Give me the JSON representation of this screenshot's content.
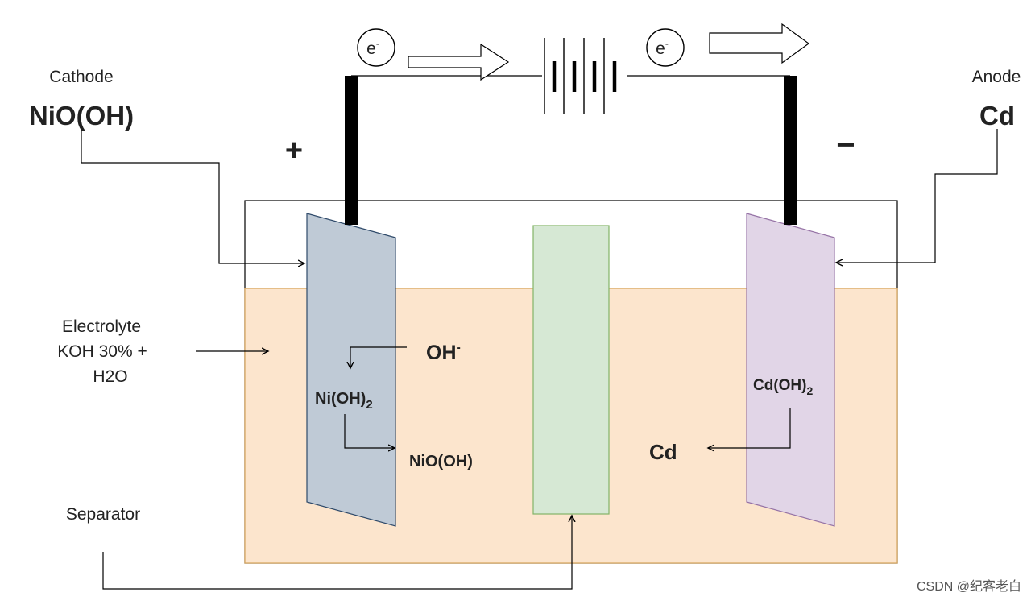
{
  "labels": {
    "cathode_title": "Cathode",
    "cathode_material": "NiO(OH)",
    "anode_title": "Anode",
    "anode_material": "Cd",
    "plus_sign": "+",
    "minus_sign": "−",
    "electron_left": "e",
    "electron_right": "e",
    "electron_superscript": "-",
    "electrolyte_line1": "Electrolyte",
    "electrolyte_line2": "KOH 30% +",
    "electrolyte_line3": "H2O",
    "separator": "Separator",
    "hydroxide": "OH",
    "hydroxide_superscript": "-",
    "nickel_hydroxide": "Ni(OH)",
    "nickel_hydroxide_subscript": "2",
    "nickel_oxyhydroxide": "NiO(OH)",
    "cadmium_hydroxide": "Cd(OH)",
    "cadmium_hydroxide_subscript": "2",
    "cadmium": "Cd",
    "watermark": "CSDN @纪客老白"
  },
  "colors": {
    "electrolyte_fill": "#fce5cd",
    "electrolyte_stroke": "#d6a35a",
    "cathode_fill": "#bfcad6",
    "cathode_stroke": "#2f4a6a",
    "separator_fill": "#d6e8d4",
    "separator_stroke": "#82b366",
    "anode_fill": "#e1d5e7",
    "anode_stroke": "#9673a6",
    "wire": "#000000"
  }
}
